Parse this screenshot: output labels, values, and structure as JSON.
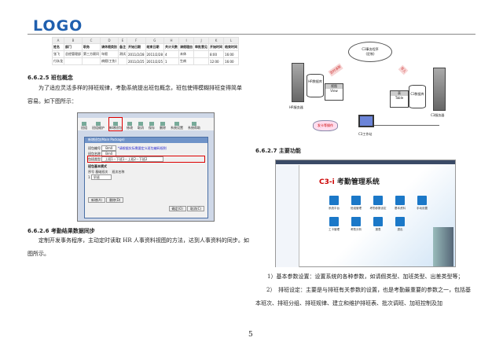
{
  "header": {
    "logo": "LOGO"
  },
  "sheet": {
    "columns": [
      "A",
      "B",
      "C",
      "D",
      "E",
      "F",
      "G",
      "H",
      "I",
      "J",
      "K",
      "L"
    ],
    "header": [
      "姓名",
      "部门",
      "职务",
      "请休假类别",
      "备注",
      "开始日期",
      "结束日期",
      "共计天数",
      "请假理由",
      "审批意见",
      "开始时间",
      "结束时间"
    ],
    "rows": [
      [
        "张飞",
        "总经管理部",
        "第三方顾问",
        "年假",
        "测试",
        "2011/2/28",
        "2011/2/28",
        "4",
        "未休",
        "",
        "8:00",
        "16:00"
      ],
      [
        "付永龙",
        "",
        "",
        "病假(工伤)",
        "",
        "2011/2/25",
        "2011/2/25",
        "1",
        "生病",
        "",
        "12:00",
        "16:00"
      ]
    ]
  },
  "sec625": {
    "heading": "6.6.2.5 班包概念",
    "text": "为了适应灵活多样的排班规律，考勤系统提出班包概念，班包使得模糊排班变得简单容易。如下图所示："
  },
  "shot1": {
    "toolbar": [
      "班组",
      "班组维护",
      "新增班包",
      "修改",
      "取消",
      "保存",
      "删除",
      "系统设置",
      "系统帮助"
    ],
    "dialog_title": "新增班包(Main Package)",
    "field1_label": "班包编号",
    "field1_value": "Bm0",
    "hint": "*请根据实际需要定义班包编码规则",
    "field2_label": "班包名称",
    "field2_value": "Bm0",
    "field3_label": "包班类型",
    "field3_value": "上班1－下班1－上班2－下班2",
    "group_label": "班包基本模式",
    "col1": "序号",
    "col2": "基础班次",
    "col3": "班次名称",
    "row_no": "1",
    "row_val": "早班",
    "btn_add": "新增(A)",
    "btn_del": "删除(D)",
    "btn_ok": "确定(O)",
    "btn_cancel": "取消(C)"
  },
  "sec626": {
    "heading": "6.6.2.6 考勤结果数据同步",
    "text": "定制开发事务程序，主动定时读取 HR 人事资料视图的方法，达到人事资料的同步。如图所示。"
  },
  "diagram": {
    "service": "C3事务程序",
    "service_sub": "(定制)",
    "hr_db": "HR数据库",
    "view_cn": "视图",
    "view_en": "View",
    "hr_server": "HR服务器",
    "c3_db": "C3数据库",
    "table_cn": "表",
    "table_en": "Table",
    "c3_server": "C3服务器",
    "burst": "发卡等操作",
    "workstation": "C3工作站",
    "arrow1": "定时读取",
    "arrow2": "写入"
  },
  "sec627": {
    "heading": "6.6.2.7 主要功能"
  },
  "shot2": {
    "app_title": "考勤管理系统",
    "brand": "C3-i",
    "icons": [
      "系统平台",
      "班组管理",
      "考勤参数设定",
      "基本资料",
      "手动设置",
      "工卡管理",
      "考勤分析",
      "报表",
      "退出"
    ]
  },
  "features": [
    "1）基本参数设置：设置系统的各种参数，如请假类型、加班类型、出差类型等；",
    "2）　排班设定：主要是与排班有关参数的设置，也是考勤最重要的参数之一，包括基本班次、排班分组、排班规律、建立和维护排班表、批次调班、加班控制及加"
  ],
  "footer": {
    "page_number": "5"
  },
  "colors": {
    "logo": "#1f5fae",
    "highlight": "#dd0000"
  }
}
